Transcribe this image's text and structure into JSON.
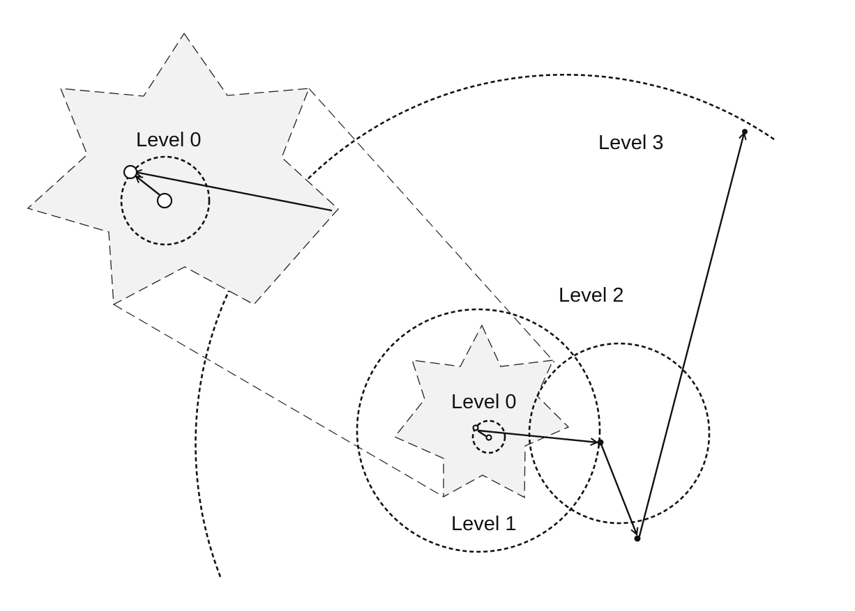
{
  "labels": {
    "zoomed_level0": "Level 0",
    "level0": "Level 0",
    "level1": "Level 1",
    "level2": "Level 2",
    "level3": "Level 3"
  }
}
